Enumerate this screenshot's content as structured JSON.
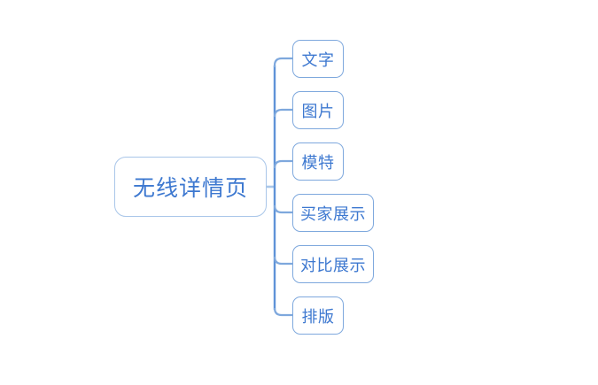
{
  "diagram": {
    "type": "mind-map",
    "orientation": "left-to-right",
    "background_color": "#ffffff",
    "colors": {
      "root_border": "#a9c6e9",
      "child_border": "#7ea8dd",
      "text": "#3d78d0",
      "connector_spine": "#5f93d8",
      "connector_branch": "#7ea8dd",
      "root_stub": "#a9c6e9"
    },
    "root": {
      "label": "无线详情页"
    },
    "children": [
      {
        "label": "文字",
        "chars": 2
      },
      {
        "label": "图片",
        "chars": 2
      },
      {
        "label": "模特",
        "chars": 2
      },
      {
        "label": "买家展示",
        "chars": 4
      },
      {
        "label": "对比展示",
        "chars": 4
      },
      {
        "label": "排版",
        "chars": 2
      }
    ]
  }
}
